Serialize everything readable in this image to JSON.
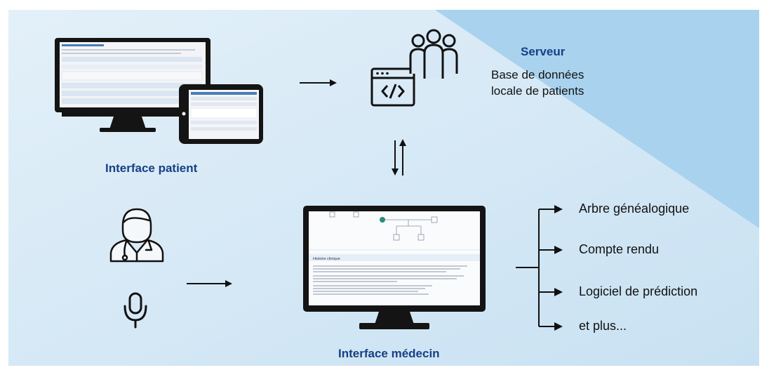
{
  "labels": {
    "interface_patient": "Interface patient",
    "interface_medecin": "Interface médecin",
    "serveur": "Serveur",
    "serveur_desc_line1": "Base de données",
    "serveur_desc_line2": "locale de patients"
  },
  "outputs": [
    {
      "label": "Arbre généalogique"
    },
    {
      "label": "Compte rendu"
    },
    {
      "label": "Logiciel de prédiction"
    },
    {
      "label": "et plus..."
    }
  ],
  "screen_text": {
    "medical_history_title": "Histoire clinique"
  },
  "colors": {
    "background": "#cde4f4",
    "triangle": "#a9d2ee",
    "title": "#163f86",
    "device": "#111111"
  },
  "icons": [
    "desktop-monitor-icon",
    "tablet-icon",
    "server-code-window-icon",
    "people-group-icon",
    "doctor-icon",
    "microphone-icon"
  ]
}
